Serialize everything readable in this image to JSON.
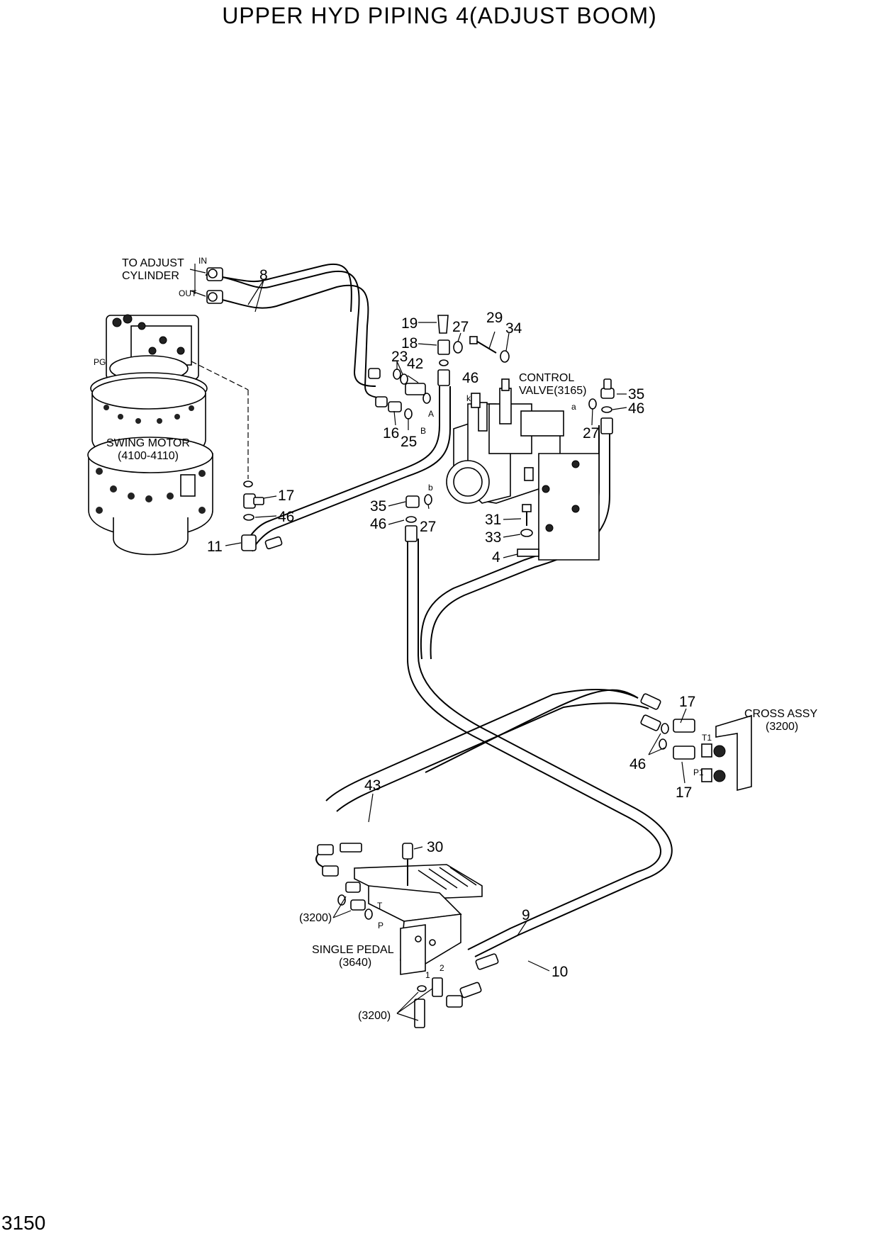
{
  "title": "UPPER HYD PIPING 4(ADJUST BOOM)",
  "page_number": "3150",
  "labels": {
    "to_adjust_cylinder": [
      "TO ADJUST",
      "CYLINDER"
    ],
    "port_in": "IN",
    "port_out": "OUT",
    "pg": "PG",
    "swing_motor": [
      "SWING MOTOR",
      "(4100-4110)"
    ],
    "control_valve": [
      "CONTROL",
      "VALVE(3165)"
    ],
    "cross_assy": [
      "CROSS ASSY",
      "(3200)"
    ],
    "single_pedal": [
      "SINGLE PEDAL",
      "(3640)"
    ],
    "ref_3200": "(3200)",
    "port_a_upper": "A",
    "port_b_upper": "B",
    "port_a_lower": "a",
    "port_b_lower": "b",
    "port_k": "k",
    "port_t": "T",
    "port_p": "P",
    "port_t1": "T1",
    "port_p1": "P1",
    "port_1": "1",
    "port_2": "2"
  },
  "callouts": {
    "n8": "8",
    "n19": "19",
    "n27a": "27",
    "n29": "29",
    "n34": "34",
    "n18": "18",
    "n23": "23",
    "n42": "42",
    "n46a": "46",
    "n35a": "35",
    "n46b": "46",
    "n16": "16",
    "n25": "25",
    "n27b": "27",
    "n17a": "17",
    "n46c": "46",
    "n11": "11",
    "n35b": "35",
    "n46d": "46",
    "n27c": "27",
    "n31": "31",
    "n33": "33",
    "n4": "4",
    "n17b": "17",
    "n46e": "46",
    "n17c": "17",
    "n43": "43",
    "n30": "30",
    "n9": "9",
    "n10": "10"
  }
}
